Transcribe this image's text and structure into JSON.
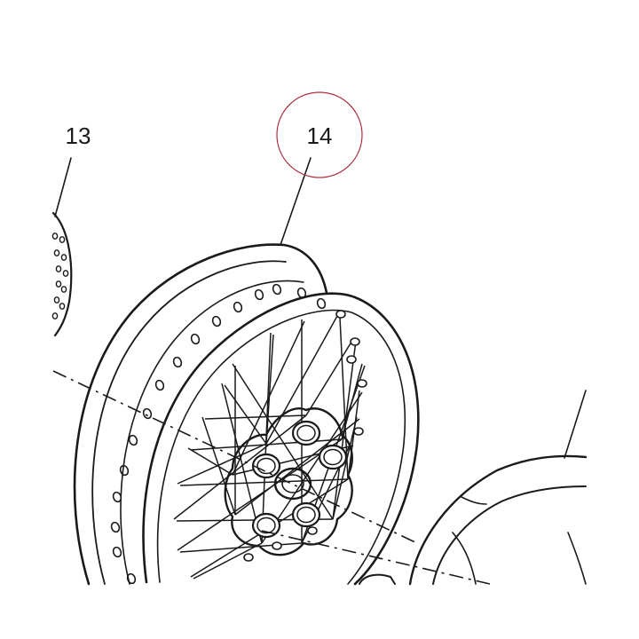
{
  "callouts": [
    {
      "id": "13",
      "label": "13",
      "highlighted": false
    },
    {
      "id": "14",
      "label": "14",
      "highlighted": true
    }
  ],
  "highlight_color": "#b03040",
  "line_color": "#1a1a1a",
  "parts_shown": [
    "brake-disc",
    "spoked-wheel-rim",
    "hub",
    "tire"
  ]
}
